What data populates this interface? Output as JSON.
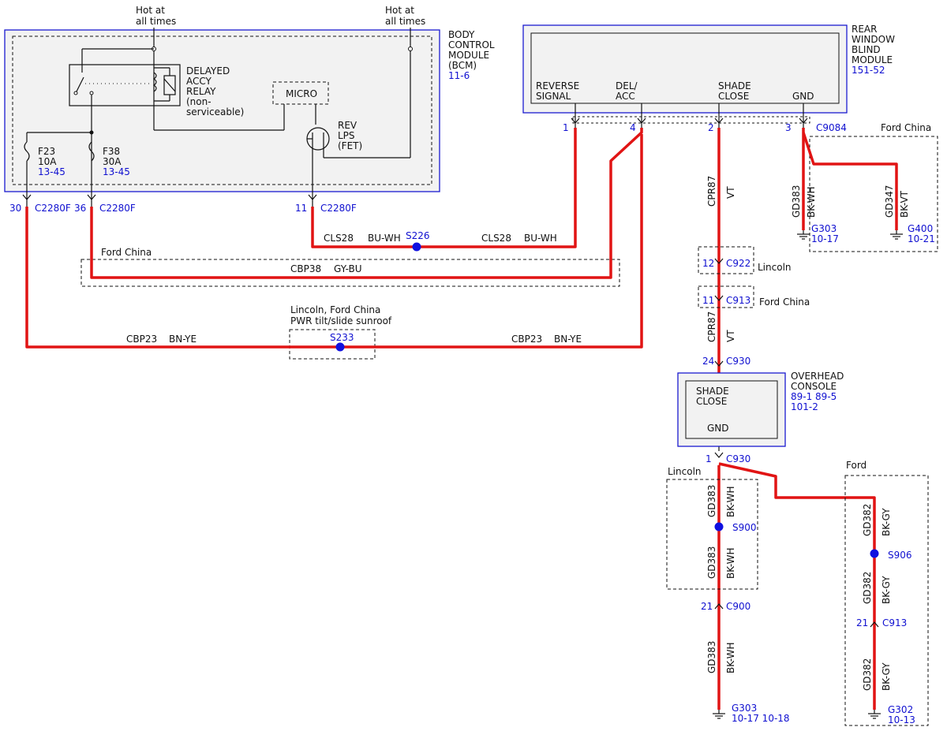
{
  "supply": {
    "hot_at": "Hot at",
    "all_times": "all times"
  },
  "bcm": {
    "name_lines": [
      "BODY",
      "CONTROL",
      "MODULE",
      "(BCM)"
    ],
    "ref": "11-6",
    "relay_lines": [
      "DELAYED",
      "ACCY",
      "RELAY",
      "(non-",
      "serviceable)"
    ],
    "micro": "MICRO",
    "lps_lines": [
      "REV",
      "LPS",
      "(FET)"
    ],
    "fuse1": {
      "name": "F23",
      "rating": "10A",
      "ref": "13-45"
    },
    "fuse2": {
      "name": "F38",
      "rating": "30A",
      "ref": "13-45"
    }
  },
  "bcm_pins": [
    {
      "pin": "30",
      "connector": "C2280F"
    },
    {
      "pin": "36",
      "connector": "C2280F"
    },
    {
      "pin": "11",
      "connector": "C2280F"
    }
  ],
  "rwb": {
    "name_lines": [
      "REAR",
      "WINDOW",
      "BLIND",
      "MODULE"
    ],
    "ref": "151-52",
    "pins": [
      {
        "pin": "1",
        "label_lines": [
          "REVERSE",
          "SIGNAL"
        ]
      },
      {
        "pin": "4",
        "label_lines": [
          "DEL/",
          "ACC"
        ]
      },
      {
        "pin": "2",
        "label_lines": [
          "SHADE",
          "CLOSE"
        ]
      },
      {
        "pin": "3",
        "label_lines": [
          "GND"
        ]
      }
    ],
    "connector": "C9084"
  },
  "wires": {
    "cls28": {
      "circuit": "CLS28",
      "color": "BU-WH"
    },
    "cbp38": {
      "circuit": "CBP38",
      "color": "GY-BU"
    },
    "cbp23": {
      "circuit": "CBP23",
      "color": "BN-YE"
    },
    "cpr87": {
      "circuit": "CPR87",
      "color": "VT"
    },
    "gd383": {
      "circuit": "GD383",
      "color": "BK-WH"
    },
    "gd347": {
      "circuit": "GD347",
      "color": "BK-VT"
    },
    "gd382": {
      "circuit": "GD382",
      "color": "BK-GY"
    }
  },
  "splices": {
    "s226": "S226",
    "s233": "S233",
    "s900": "S900",
    "s906": "S906"
  },
  "options": {
    "ford_china": "Ford China",
    "lincoln": "Lincoln",
    "ford": "Ford",
    "sunroof_line1": "Lincoln, Ford China",
    "sunroof_line2": "PWR tilt/slide sunroof"
  },
  "connectors": {
    "c922": {
      "pin": "12",
      "name": "C922"
    },
    "c913a": {
      "pin": "11",
      "name": "C913"
    },
    "c930_top": {
      "pin": "24",
      "name": "C930"
    },
    "c930_bot": {
      "pin": "1",
      "name": "C930"
    },
    "c900": {
      "pin": "21",
      "name": "C900"
    },
    "c913b": {
      "pin": "21",
      "name": "C913"
    }
  },
  "overhead": {
    "name_lines": [
      "OVERHEAD",
      "CONSOLE"
    ],
    "refs": [
      "89-1  89-5",
      "101-2"
    ],
    "shade_lines": [
      "SHADE",
      "CLOSE"
    ],
    "gnd": "GND"
  },
  "grounds": {
    "g303_top": {
      "name": "G303",
      "ref": "10-17"
    },
    "g400": {
      "name": "G400",
      "ref": "10-21"
    },
    "g303_bot": {
      "name": "G303",
      "ref": "10-17  10-18"
    },
    "g302": {
      "name": "G302",
      "ref": "10-13"
    }
  }
}
